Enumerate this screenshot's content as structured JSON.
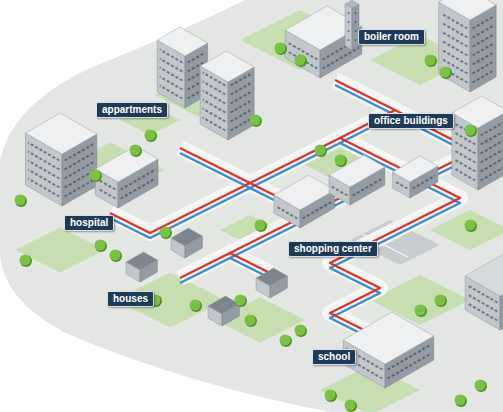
{
  "diagram": {
    "nodes": [
      {
        "text": [
          "boiler room"
        ]
      },
      {
        "text": [
          "appartments"
        ]
      },
      {
        "text": [
          "office buildings"
        ]
      },
      {
        "text": [
          "hospital"
        ]
      },
      {
        "text": [
          "shopping center"
        ]
      },
      {
        "text": [
          "houses"
        ]
      },
      {
        "text": [
          "school"
        ]
      }
    ]
  }
}
